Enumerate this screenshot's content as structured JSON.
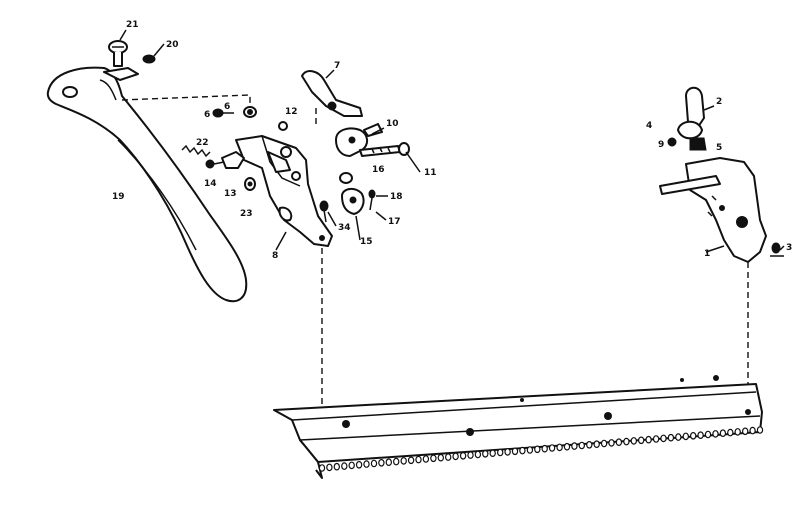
{
  "callouts": [
    "21",
    "20",
    "7",
    "2",
    "6",
    "6",
    "12",
    "10",
    "4",
    "9",
    "5",
    "22",
    "14",
    "13",
    "23",
    "16",
    "11",
    "19",
    "18",
    "17",
    "34",
    "15",
    "8",
    "1",
    "3"
  ]
}
